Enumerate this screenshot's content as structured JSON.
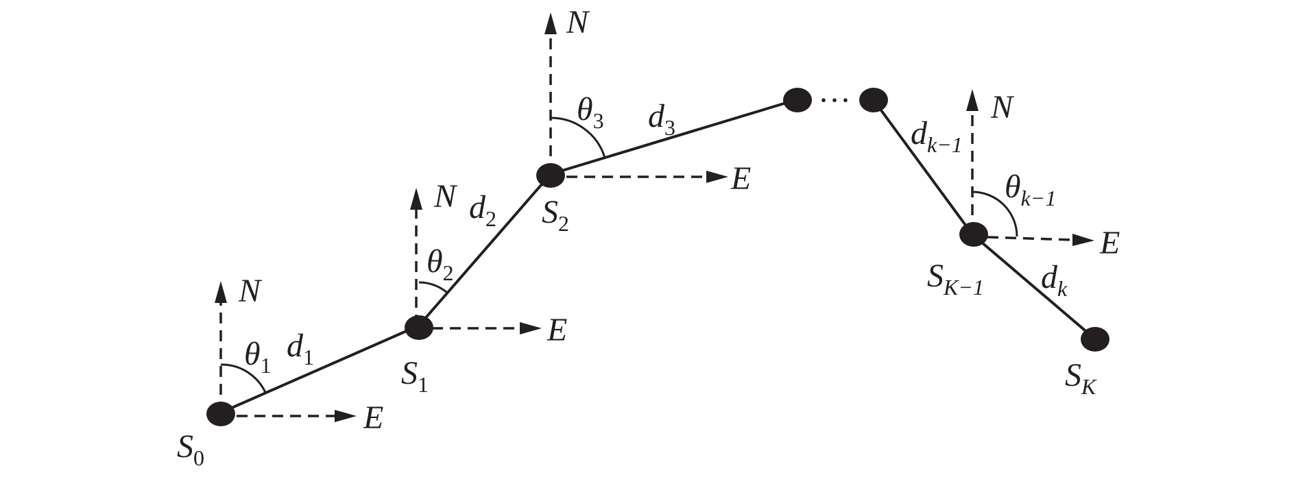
{
  "colors": {
    "ink": "#231f20",
    "background": "#ffffff"
  },
  "labels": {
    "north": "N",
    "east": "E",
    "ellipsis": "···",
    "stations": [
      {
        "main": "S",
        "sub": "0"
      },
      {
        "main": "S",
        "sub": "1"
      },
      {
        "main": "S",
        "sub": "2"
      },
      {
        "main": "S",
        "sub": "K−1"
      },
      {
        "main": "S",
        "sub": "K"
      }
    ],
    "distances": [
      {
        "main": "d",
        "sub": "1"
      },
      {
        "main": "d",
        "sub": "2"
      },
      {
        "main": "d",
        "sub": "3"
      },
      {
        "main": "d",
        "sub": "k−1"
      },
      {
        "main": "d",
        "sub": "k"
      }
    ],
    "angles": [
      {
        "main": "θ",
        "sub": "1"
      },
      {
        "main": "θ",
        "sub": "2"
      },
      {
        "main": "θ",
        "sub": "3"
      },
      {
        "main": "θ",
        "sub": "k−1"
      }
    ]
  }
}
